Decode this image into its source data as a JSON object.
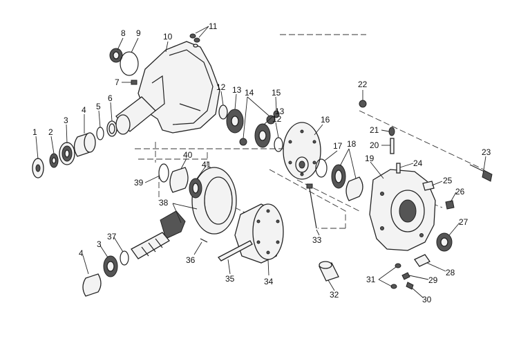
{
  "callouts": [
    "1",
    "2",
    "3",
    "4",
    "5",
    "6",
    "7",
    "8",
    "9",
    "10",
    "11",
    "12",
    "13",
    "14",
    "15",
    "12",
    "13",
    "16",
    "17",
    "18",
    "19",
    "20",
    "21",
    "22",
    "23",
    "24",
    "25",
    "26",
    "27",
    "28",
    "29",
    "30",
    "31",
    "32",
    "33",
    "34",
    "35",
    "36",
    "37",
    "4",
    "3",
    "38",
    "39",
    "40",
    "41"
  ]
}
